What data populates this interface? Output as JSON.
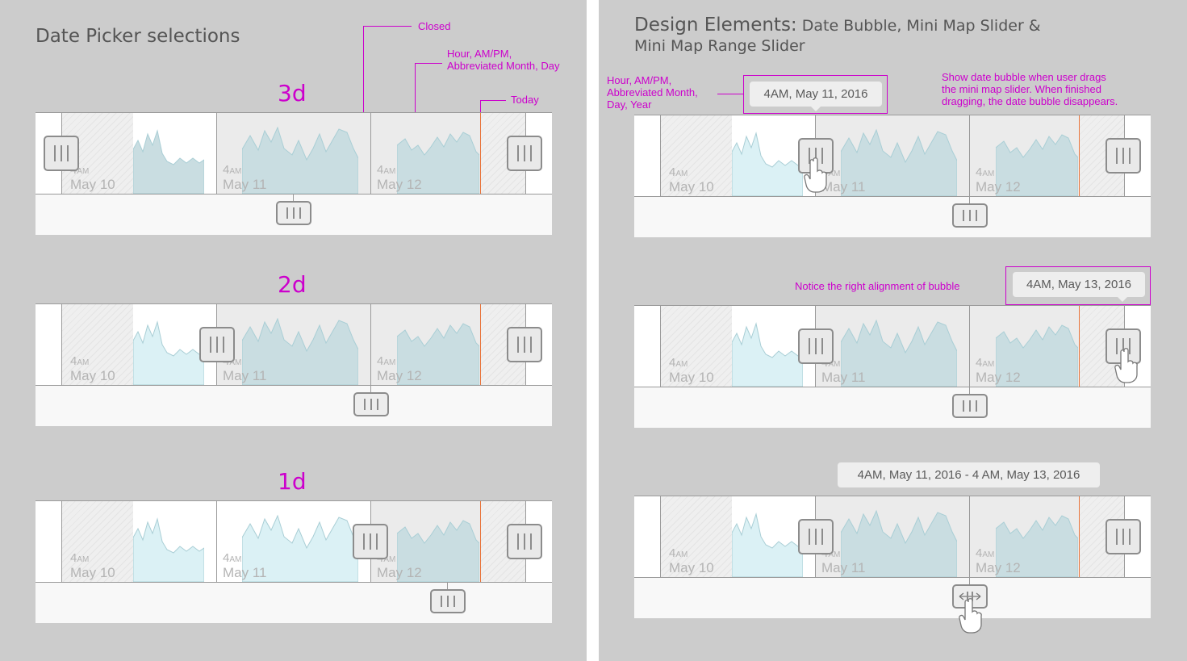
{
  "left": {
    "title": "Date Picker selections",
    "annotations": {
      "closed": "Closed",
      "hour_format": "Hour, AM/PM,\nAbbreviated Month, Day",
      "today": "Today"
    },
    "sections": [
      {
        "label": "3d"
      },
      {
        "label": "2d"
      },
      {
        "label": "1d"
      }
    ]
  },
  "right": {
    "title_main": "Design Elements:",
    "title_rest": " Date Bubble, Mini Map Slider &",
    "title_line2": "Mini Map Range Slider",
    "annotations": {
      "hour_format": "Hour, AM/PM,\nAbbreviated Month,\nDay, Year",
      "show_bubble": "Show date bubble when user drags\nthe mini map slider. When finished\ndragging, the date bubble disappears.",
      "right_align": "Notice the right alignment of bubble"
    },
    "bubbles": {
      "first": "4AM, May 11, 2016",
      "second": "4AM, May 13, 2016",
      "range": "4AM, May 11, 2016 - 4 AM, May 13, 2016"
    }
  },
  "dates": [
    {
      "hour": "4",
      "ampm": "AM",
      "day": "May 10"
    },
    {
      "hour": "4",
      "ampm": "AM",
      "day": "May 11"
    },
    {
      "hour": "4",
      "ampm": "AM",
      "day": "May 12"
    }
  ],
  "colors": {
    "annotation": "#cc00cc",
    "wave_active": "#dbf1f5",
    "wave_shaded": "#c9dde1",
    "today_line": "#e8743b"
  },
  "icons": {
    "grip": "three-bar-grip-icon",
    "hand": "tap-hand-icon",
    "resize": "left-right-arrows-icon"
  }
}
